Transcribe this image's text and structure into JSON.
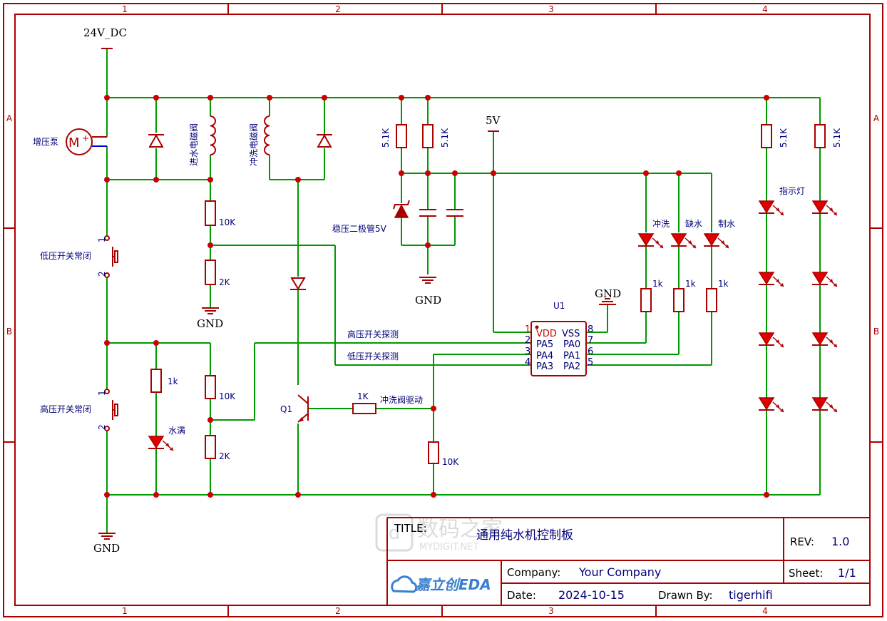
{
  "zones": {
    "cols": [
      "1",
      "2",
      "3",
      "4"
    ],
    "rows": [
      "A",
      "B"
    ]
  },
  "nets": {
    "supply": "24V_DC",
    "gnd": "GND",
    "v5": "5V"
  },
  "components": {
    "pump": "增压泵",
    "motor_symbol": "M",
    "motor_plus": "+",
    "inlet_valve": "进水电磁阀",
    "flush_valve": "冲洗电磁阀",
    "zener": "稳压二极管5V",
    "low_switch": "低压开关常闭",
    "high_switch": "高压开关常闭",
    "water_full": "水满",
    "q1": "Q1",
    "u1": "U1",
    "flush_drive": "冲洗阀驱动",
    "high_detect": "高压开关探测",
    "low_detect": "低压开关探测",
    "led_flush": "冲洗",
    "led_lack": "缺水",
    "led_make": "制水",
    "indicator": "指示灯",
    "sw_pin1": "1",
    "sw_pin2": "2"
  },
  "values": {
    "r5k1": "5.1K",
    "r10k": "10K",
    "r2k": "2K",
    "r1k_upper": "1k",
    "r1K_base": "1K"
  },
  "ic": {
    "left_pins": [
      {
        "num": "1",
        "name": "VDD"
      },
      {
        "num": "2",
        "name": "PA5"
      },
      {
        "num": "3",
        "name": "PA4"
      },
      {
        "num": "4",
        "name": "PA3"
      }
    ],
    "right_pins": [
      {
        "num": "8",
        "name": "VSS"
      },
      {
        "num": "7",
        "name": "PA0"
      },
      {
        "num": "6",
        "name": "PA1"
      },
      {
        "num": "5",
        "name": "PA2"
      }
    ]
  },
  "title_block": {
    "title_label": "TITLE:",
    "title": "通用纯水机控制板",
    "rev_label": "REV:",
    "rev": "1.0",
    "company_label": "Company:",
    "company": "Your Company",
    "sheet_label": "Sheet:",
    "sheet": "1/1",
    "date_label": "Date:",
    "date": "2024-10-15",
    "drawn_label": "Drawn By:",
    "drawn_by": "tigerhifi",
    "logo_text": "嘉立创EDA",
    "watermark_main": "数码之家",
    "watermark_sub": "MYDIGIT.NET"
  },
  "colors": {
    "wire": "#009900",
    "component": "#aa0000",
    "label": "#00007a",
    "led_fill": "#e00000"
  }
}
